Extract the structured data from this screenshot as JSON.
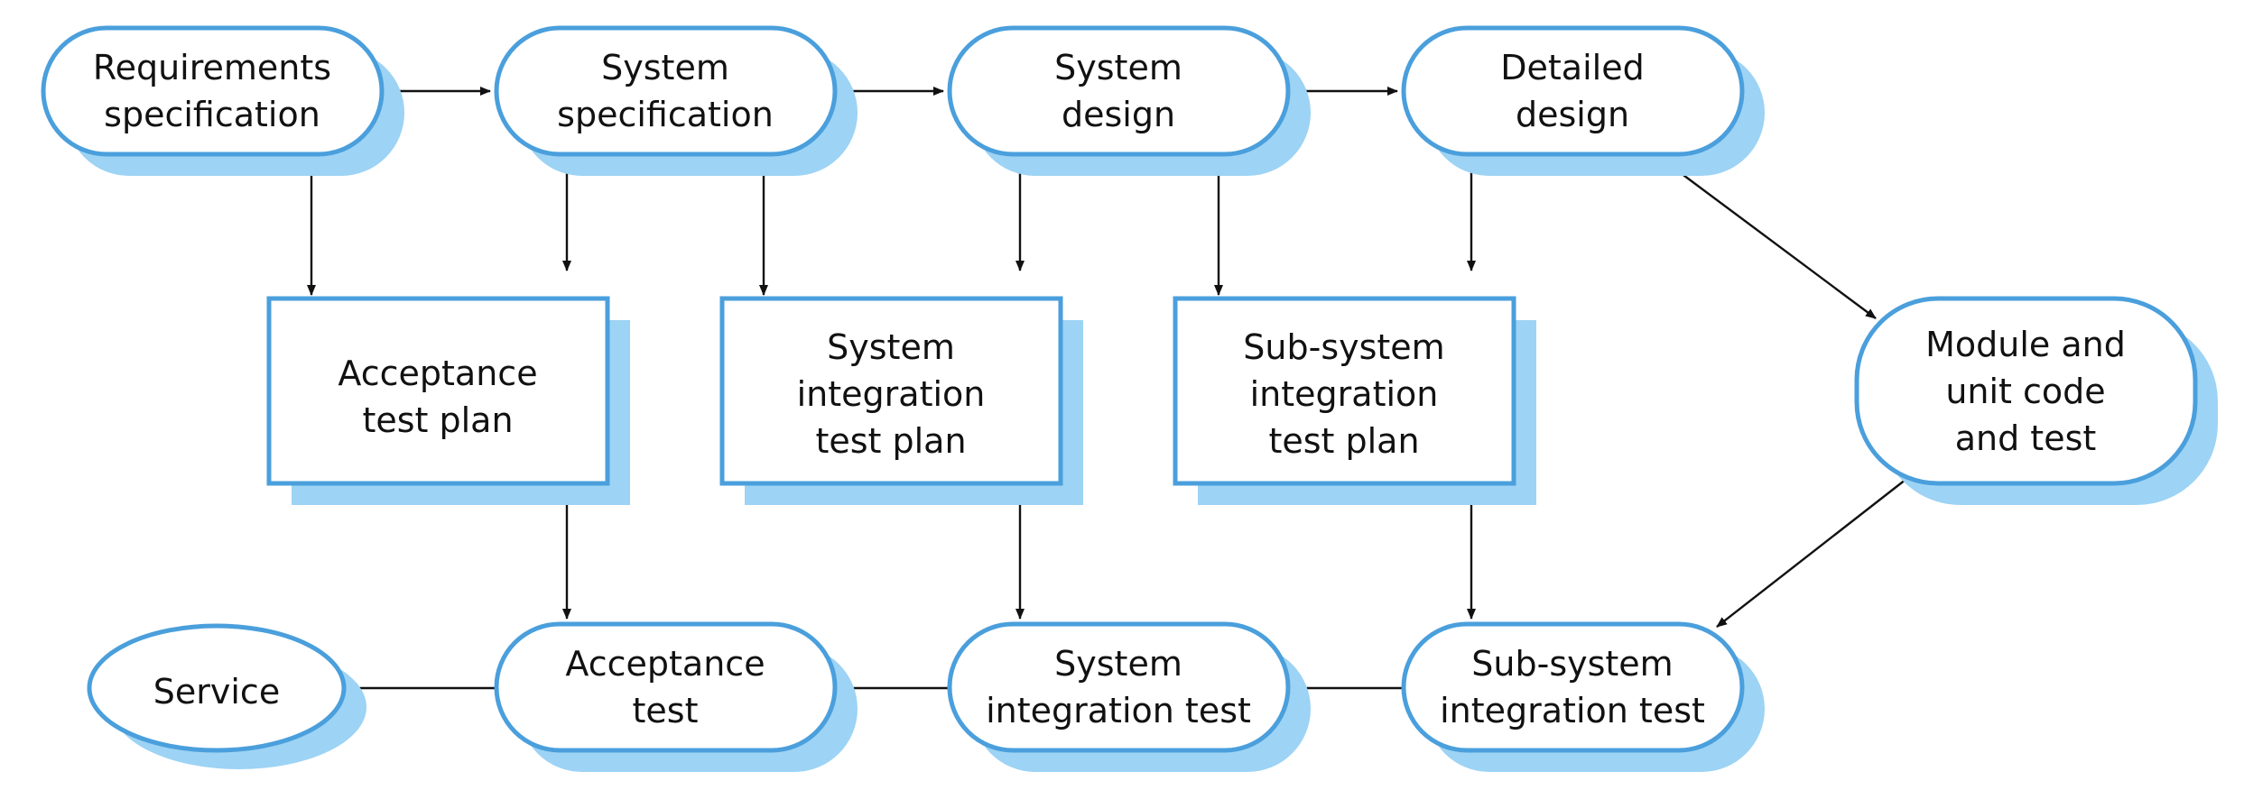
{
  "colors": {
    "node_border": "#4a9fdc",
    "node_fill": "#ffffff",
    "shadow": "#9dd3f4",
    "text": "#111111",
    "arrow": "#111111"
  },
  "nodes": {
    "requirements_spec": {
      "lines": [
        "Requirements",
        "specification"
      ]
    },
    "system_spec": {
      "lines": [
        "System",
        "specification"
      ]
    },
    "system_design": {
      "lines": [
        "System",
        "design"
      ]
    },
    "detailed_design": {
      "lines": [
        "Detailed",
        "design"
      ]
    },
    "acceptance_test_plan": {
      "lines": [
        "Acceptance",
        "test plan"
      ]
    },
    "system_integration_test_plan": {
      "lines": [
        "System",
        "integration",
        "test plan"
      ]
    },
    "subsystem_integration_test_plan": {
      "lines": [
        "Sub-system",
        "integration",
        "test plan"
      ]
    },
    "module_unit_code_test": {
      "lines": [
        "Module and",
        "unit code",
        "and test"
      ]
    },
    "service": {
      "lines": [
        "Service"
      ]
    },
    "acceptance_test": {
      "lines": [
        "Acceptance",
        "test"
      ]
    },
    "system_integration_test": {
      "lines": [
        "System",
        "integration test"
      ]
    },
    "subsystem_integration_test": {
      "lines": [
        "Sub-system",
        "integration test"
      ]
    }
  }
}
